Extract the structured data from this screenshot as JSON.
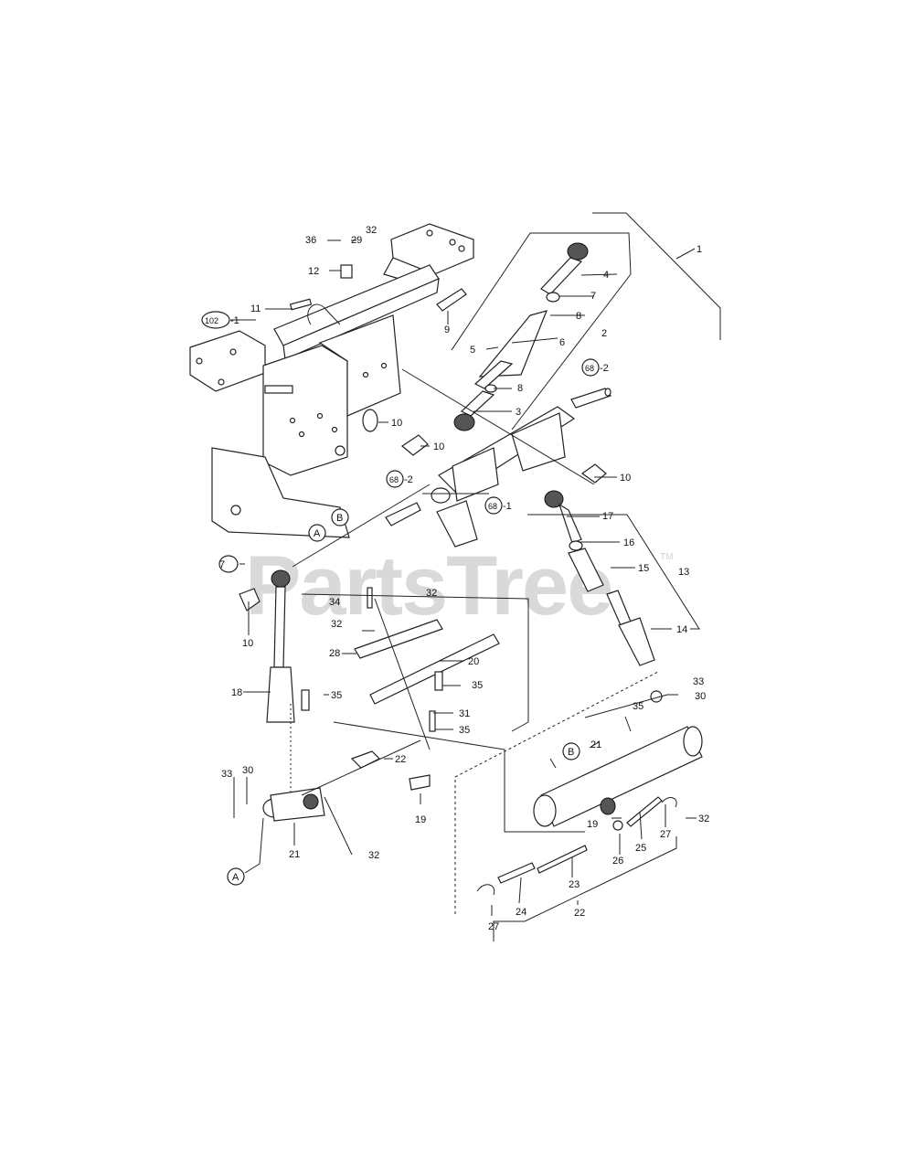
{
  "watermark": {
    "text": "PartsTree",
    "tm": "TM"
  },
  "callouts": {
    "c1": "1",
    "c2": "2",
    "c3": "3",
    "c4": "4",
    "c5": "5",
    "c6": "6",
    "c7a": "7",
    "c7b": "7",
    "c8a": "8",
    "c8b": "8",
    "c9": "9",
    "c10a": "10",
    "c10b": "10",
    "c10c": "10",
    "c10d": "10",
    "c11": "11",
    "c12": "12",
    "c13": "13",
    "c14": "14",
    "c15": "15",
    "c16": "16",
    "c17": "17",
    "c18": "18",
    "c19a": "19",
    "c19b": "19",
    "c20": "20",
    "c21a": "21",
    "c21b": "21",
    "c22a": "22",
    "c22b": "22",
    "c23": "23",
    "c24": "24",
    "c25": "25",
    "c26": "26",
    "c27a": "27",
    "c27b": "27",
    "c28": "28",
    "c29": "29",
    "c30a": "30",
    "c30b": "30",
    "c31": "31",
    "c32a": "32",
    "c32b": "32",
    "c32c": "32",
    "c32d": "32",
    "c32e": "32",
    "c33a": "33",
    "c33b": "33",
    "c34": "34",
    "c35a": "35",
    "c35b": "35",
    "c35c": "35",
    "c35d": "35",
    "c36": "36",
    "ref102": "102",
    "ref102suffix": "-1",
    "ref68a": "68",
    "ref68a_suffix": "-2",
    "ref68b": "68",
    "ref68b_suffix": "-2",
    "ref68c": "68",
    "ref68c_suffix": "-1",
    "refA1": "A",
    "refA2": "A",
    "refB1": "B",
    "refB2": "B"
  }
}
